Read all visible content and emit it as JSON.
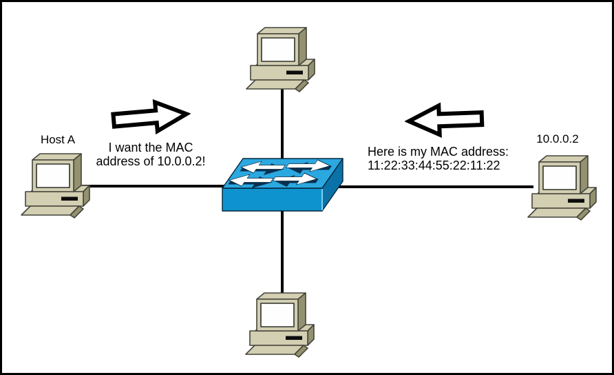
{
  "diagram": {
    "title_none": "",
    "hosts": {
      "left_label": "Host A",
      "right_label": "10.0.0.2"
    },
    "messages": {
      "request": {
        "line1": "I want the MAC",
        "line2": "address of 10.0.0.2!"
      },
      "reply": {
        "line1": "Here is my MAC address:",
        "line2": "11:22:33:44:55:22:11:22"
      }
    },
    "icons": {
      "switch": "ethernet-switch-icon",
      "computer": "desktop-computer-icon",
      "request_arrow": "block-arrow-right-icon",
      "reply_arrow": "block-arrow-left-icon"
    },
    "colors": {
      "line": "#000000",
      "text": "#000000",
      "switch_top": "#2ba8e0",
      "switch_front": "#0e93cf",
      "switch_side": "#0b72a8",
      "switch_edge_highlight": "#7fd0ef",
      "switch_outline": "#04263c",
      "switch_arrow_shadow": "#0a3050",
      "computer_body": "#d2cfb2",
      "computer_shade": "#93916f",
      "computer_outline": "#44443a"
    }
  }
}
